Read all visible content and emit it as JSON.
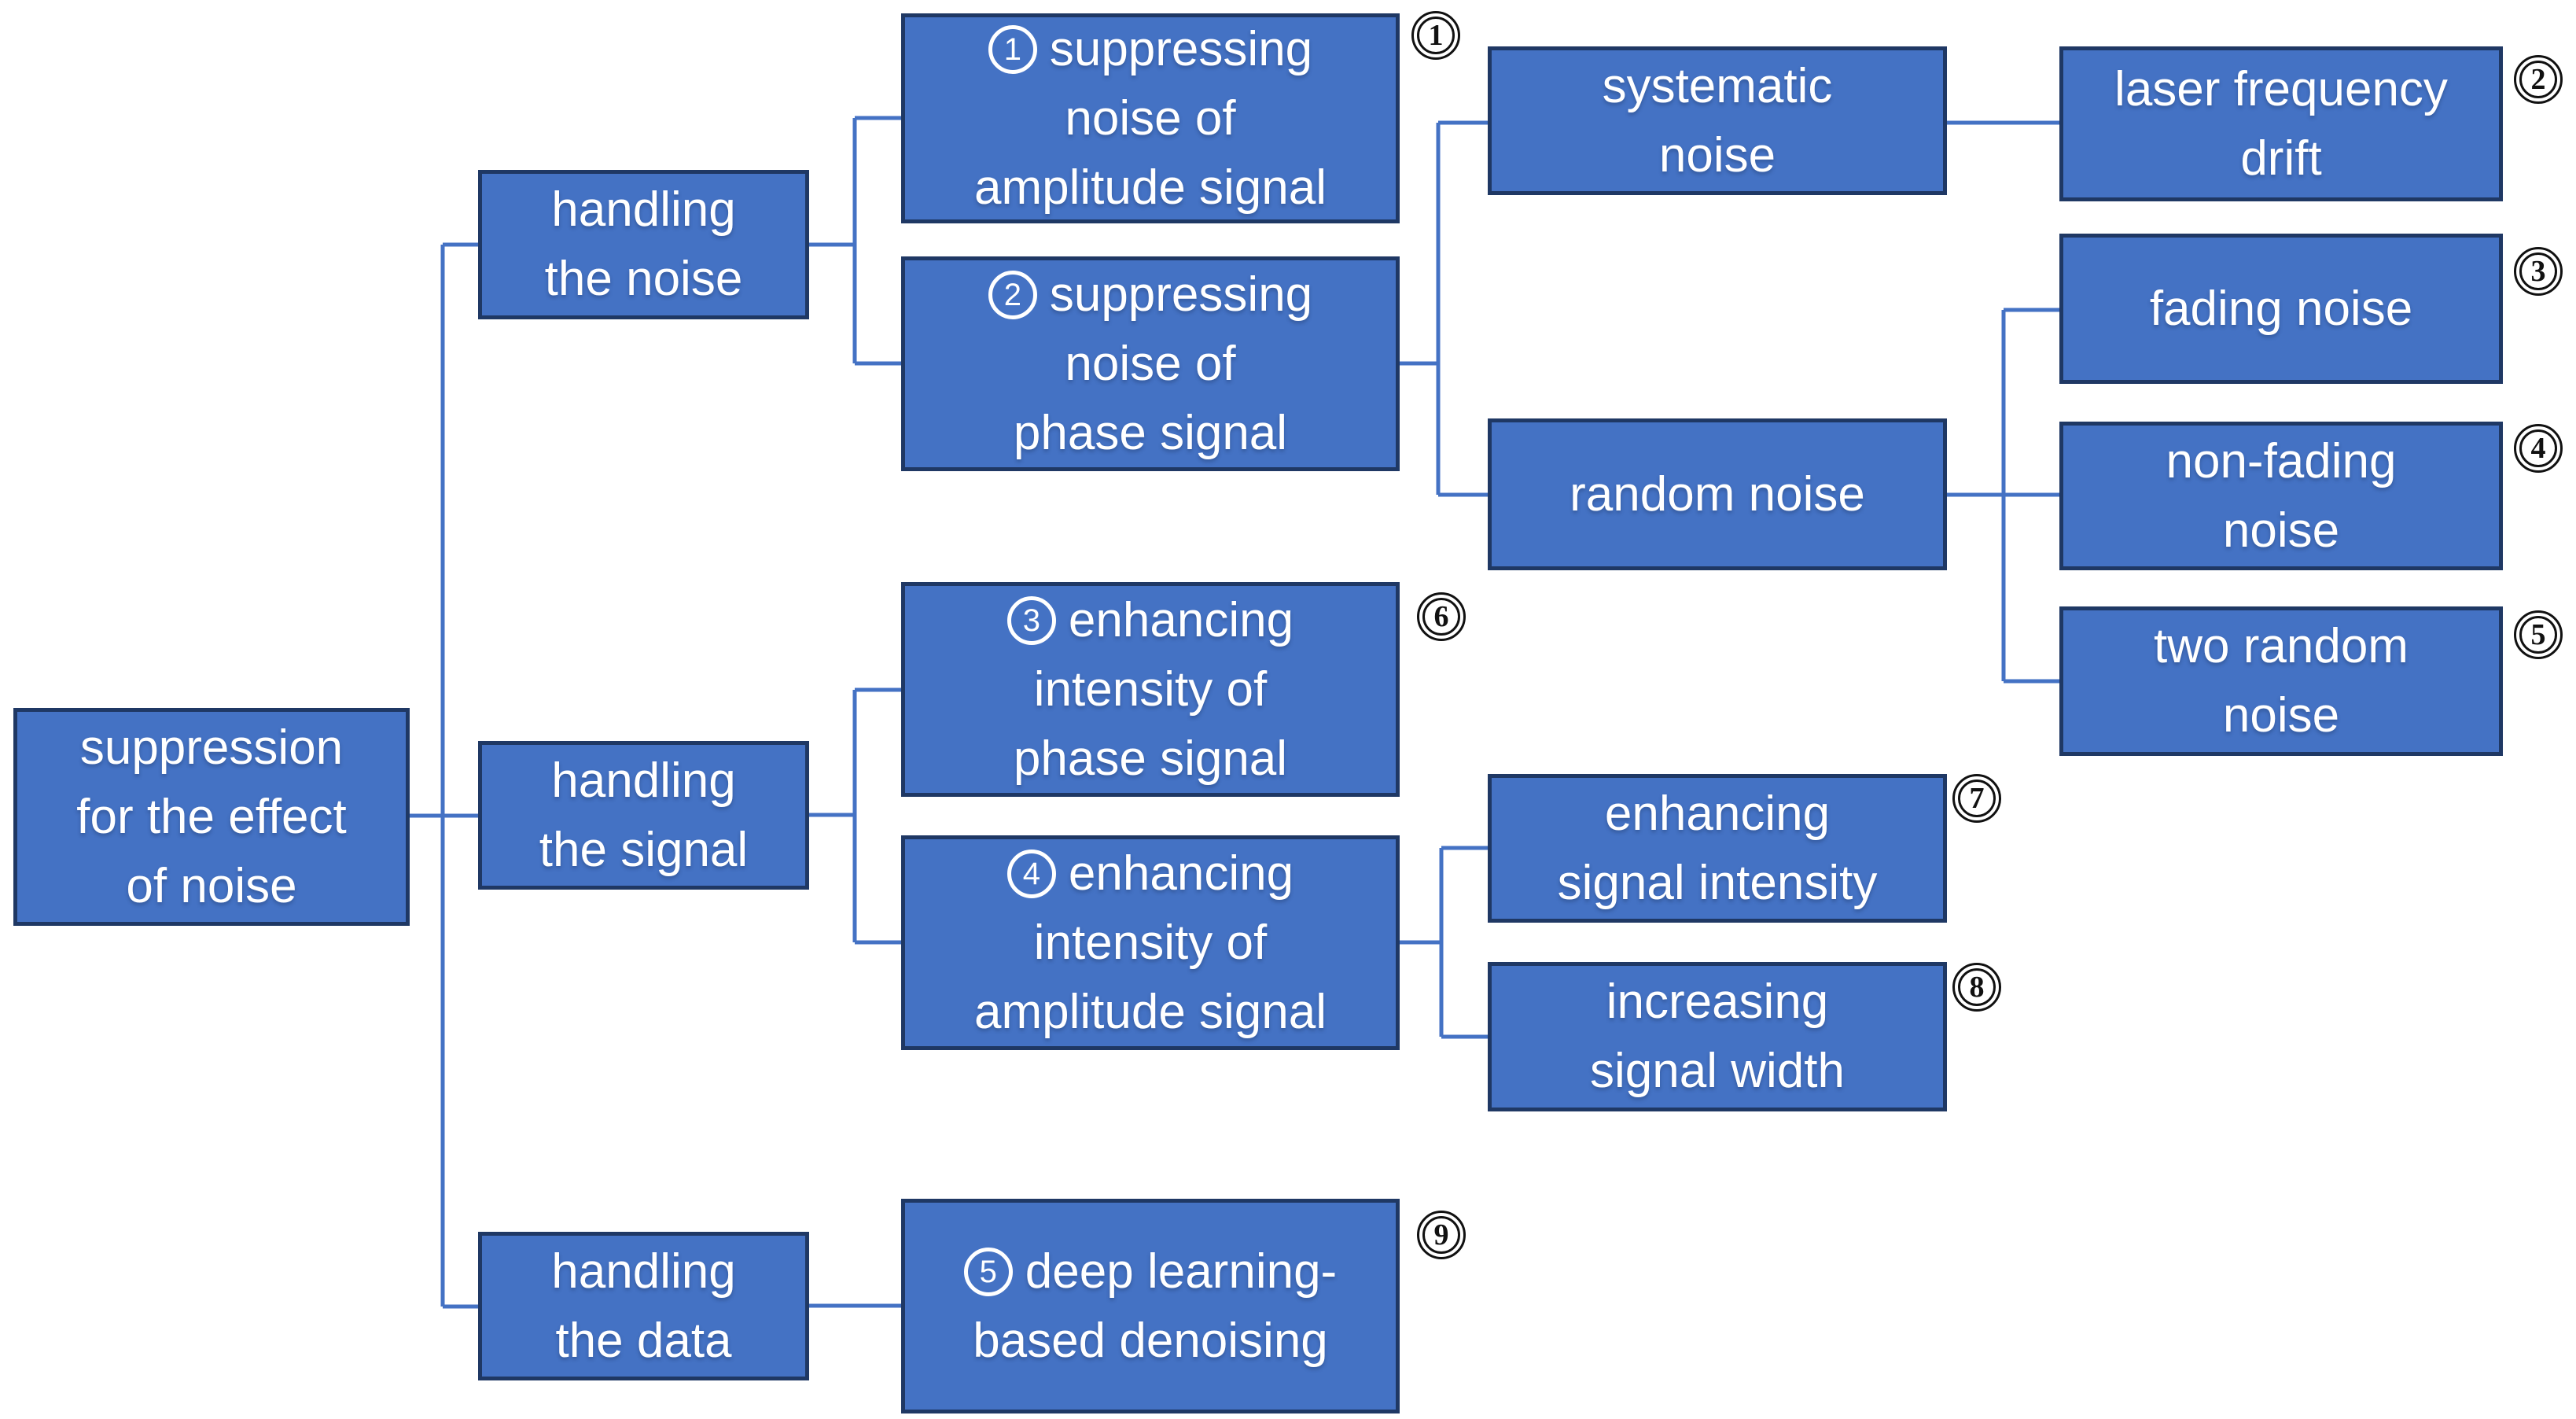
{
  "colors": {
    "box_fill": "#4472c4",
    "box_border": "#1f3864",
    "connector": "#4472c4",
    "box_text": "#ffffff",
    "annotation_ring": "#111111",
    "background": "#ffffff"
  },
  "boxes": {
    "root": {
      "lines": [
        "suppression",
        "for the effect",
        "of noise"
      ]
    },
    "noise": {
      "lines": [
        "handling",
        "the noise"
      ]
    },
    "signal": {
      "lines": [
        "handling",
        "the signal"
      ]
    },
    "data": {
      "lines": [
        "handling",
        "the data"
      ]
    },
    "m1": {
      "num": "1",
      "lines": [
        "suppressing",
        "noise of",
        "amplitude signal"
      ]
    },
    "m2": {
      "num": "2",
      "lines": [
        "suppressing",
        "noise of",
        "phase signal"
      ]
    },
    "m3": {
      "num": "3",
      "lines": [
        "enhancing",
        "intensity of",
        "phase signal"
      ]
    },
    "m4": {
      "num": "4",
      "lines": [
        "enhancing",
        "intensity of",
        "amplitude signal"
      ]
    },
    "m5": {
      "num": "5",
      "lines": [
        "deep learning-",
        "based denoising"
      ]
    },
    "systematic": {
      "lines": [
        "systematic",
        "noise"
      ]
    },
    "random": {
      "lines": [
        "random noise"
      ]
    },
    "laser": {
      "lines": [
        "laser frequency",
        "drift"
      ]
    },
    "fading": {
      "lines": [
        "fading noise"
      ]
    },
    "nonfading": {
      "lines": [
        "non-fading",
        "noise"
      ]
    },
    "tworandom": {
      "lines": [
        "two random",
        "noise"
      ]
    },
    "enhancing": {
      "lines": [
        "enhancing",
        "signal intensity"
      ]
    },
    "increasing": {
      "lines": [
        "increasing",
        "signal width"
      ]
    }
  },
  "annotations": {
    "a1": {
      "label": "1",
      "attached_to": "m1"
    },
    "a2": {
      "label": "2",
      "attached_to": "laser"
    },
    "a3": {
      "label": "3",
      "attached_to": "fading"
    },
    "a4": {
      "label": "4",
      "attached_to": "nonfading"
    },
    "a5": {
      "label": "5",
      "attached_to": "tworandom"
    },
    "a6": {
      "label": "6",
      "attached_to": "m3"
    },
    "a7": {
      "label": "7",
      "attached_to": "enhancing"
    },
    "a8": {
      "label": "8",
      "attached_to": "increasing"
    },
    "a9": {
      "label": "9",
      "attached_to": "m5"
    }
  },
  "connections": [
    {
      "from": "root",
      "to": "noise"
    },
    {
      "from": "root",
      "to": "signal"
    },
    {
      "from": "root",
      "to": "data"
    },
    {
      "from": "noise",
      "to": "m1"
    },
    {
      "from": "noise",
      "to": "m2"
    },
    {
      "from": "signal",
      "to": "m3"
    },
    {
      "from": "signal",
      "to": "m4"
    },
    {
      "from": "data",
      "to": "m5"
    },
    {
      "from": "m2",
      "to": "systematic"
    },
    {
      "from": "m2",
      "to": "random"
    },
    {
      "from": "systematic",
      "to": "laser"
    },
    {
      "from": "random",
      "to": "fading"
    },
    {
      "from": "random",
      "to": "nonfading"
    },
    {
      "from": "random",
      "to": "tworandom"
    },
    {
      "from": "m4",
      "to": "enhancing"
    },
    {
      "from": "m4",
      "to": "increasing"
    }
  ]
}
